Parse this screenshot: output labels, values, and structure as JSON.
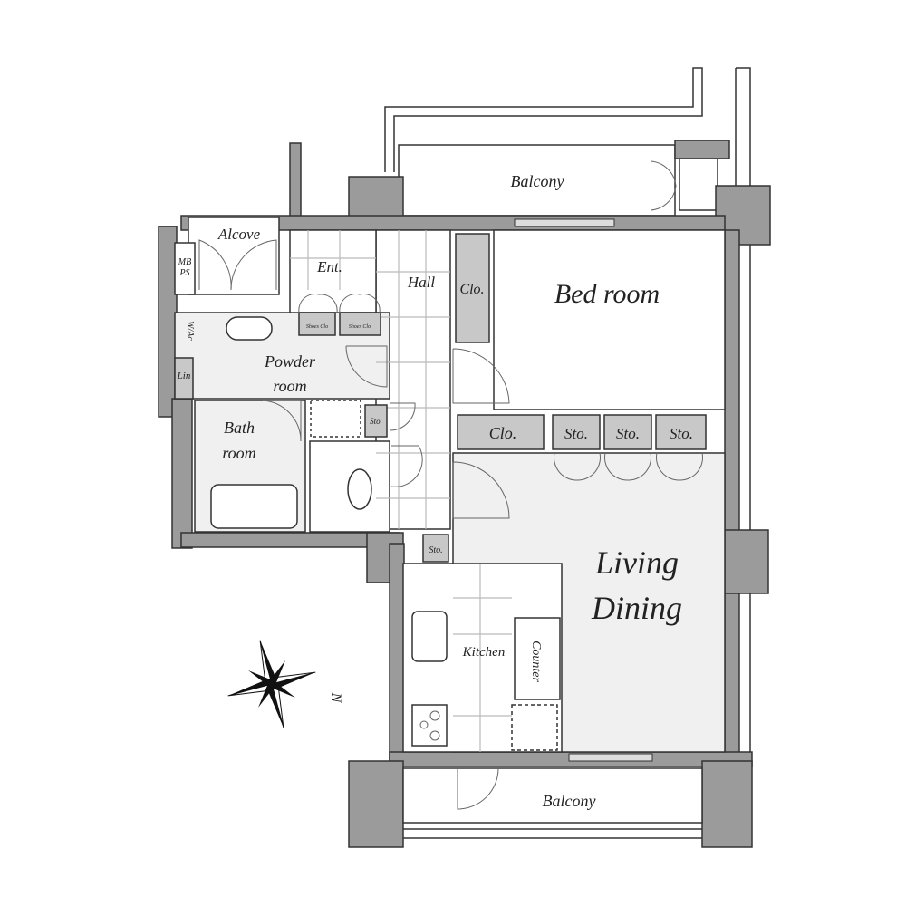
{
  "rooms": {
    "balcony_top": "Balcony",
    "bedroom": "Bed room",
    "alcove": "Alcove",
    "mb_ps_1": "MB",
    "mb_ps_2": "PS",
    "entrance": "Ent.",
    "hall": "Hall",
    "closet_bed": "Clo.",
    "shoes_closet_1": "Shoes Clo",
    "shoes_closet_2": "Shoes Clo",
    "wac": "W/Ac",
    "linen": "Lin",
    "powder_1": "Powder",
    "powder_2": "room",
    "bath_1": "Bath",
    "bath_2": "room",
    "storage_small": "Sto.",
    "closet_hall": "Clo.",
    "storage_1": "Sto.",
    "storage_2": "Sto.",
    "storage_3": "Sto.",
    "storage_kitchen": "Sto.",
    "living_1": "Living",
    "dining": "Dining",
    "kitchen": "Kitchen",
    "counter": "Counter",
    "balcony_bottom": "Balcony"
  },
  "compass": {
    "north_label": "N"
  },
  "colors": {
    "wall": "#9b9b9b",
    "outline": "#333333",
    "storage": "#c8c8c8"
  }
}
